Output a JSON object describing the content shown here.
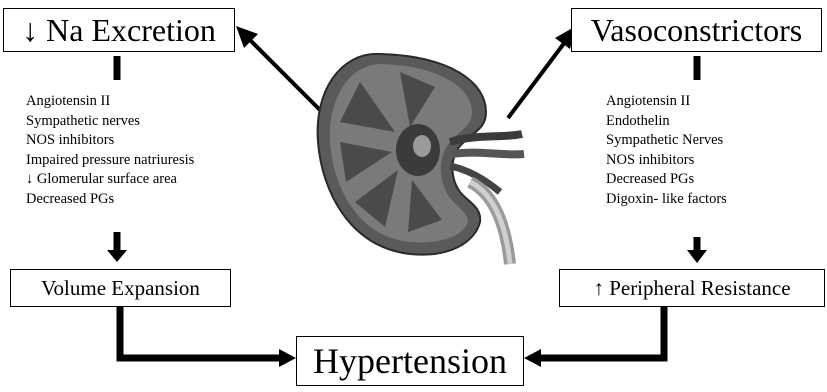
{
  "diagram": {
    "left_top_box": {
      "text": "↓ Na Excretion"
    },
    "left_list": [
      "Angiotensin II",
      "Sympathetic nerves",
      "NOS inhibitors",
      "Impaired pressure natriuresis",
      "↓ Glomerular surface area",
      "Decreased PGs"
    ],
    "left_bottom_box": {
      "text": "Volume Expansion"
    },
    "right_top_box": {
      "text": "Vasoconstrictors"
    },
    "right_list": [
      "Angiotensin  II",
      "Endothelin",
      "Sympathetic Nerves",
      "NOS inhibitors",
      "Decreased PGs",
      "Digoxin- like factors"
    ],
    "right_bottom_box": {
      "text": "↑  Peripheral Resistance"
    },
    "center_box": {
      "text": "Hypertension"
    }
  },
  "colors": {
    "line": "#000000",
    "kidney_dark": "#3b3b3b",
    "kidney_mid": "#6e6e6e",
    "kidney_light": "#9a9a9a"
  }
}
